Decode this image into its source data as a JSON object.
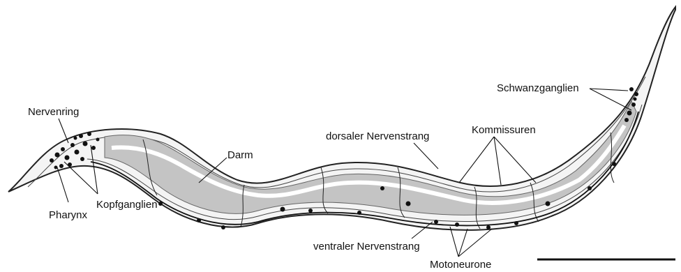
{
  "figure": {
    "labels": {
      "nerve_ring": "Nervenring",
      "pharynx": "Pharynx",
      "head_ganglia": "Kopfganglien",
      "intestine": "Darm",
      "dorsal_cord": "dorsaler Nervenstrang",
      "commissures": "Kommissuren",
      "tail_ganglia": "Schwanzganglien",
      "ventral_cord": "ventraler Nervenstrang",
      "motoneurons": "Motoneurone"
    },
    "colors": {
      "outline": "#222222",
      "intestine_fill": "#c4c4c4",
      "body_fill": "#f4f4f4",
      "neuron": "#111111"
    }
  }
}
